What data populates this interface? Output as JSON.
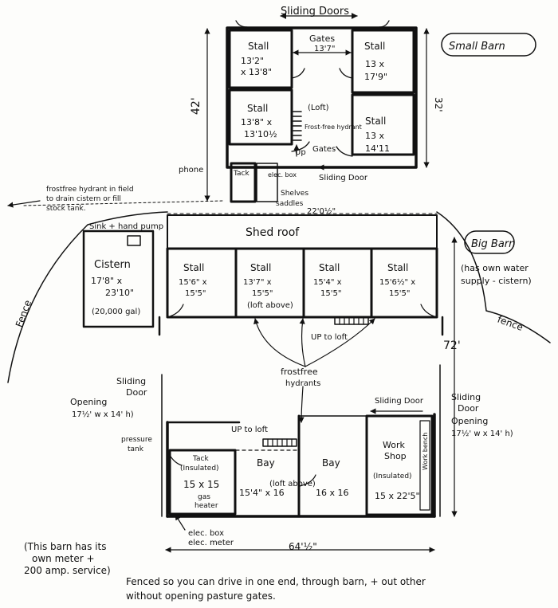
{
  "small_barn": {
    "title": "Small Barn",
    "sliding_doors_top": "Sliding Doors",
    "gates_top": "Gates",
    "aisle_width": "13'7\"",
    "height_label": "42'",
    "width_label": "32'",
    "stall_tl": {
      "name": "Stall",
      "dims1": "13'2\"",
      "dims2": "x 13'8\""
    },
    "stall_tr": {
      "name": "Stall",
      "dims1": "13 x",
      "dims2": "17'9\""
    },
    "stall_ml": {
      "name": "Stall",
      "dims1": "13'8\" x",
      "dims2": "13'10½"
    },
    "stall_mr": {
      "name": "Stall",
      "dims1": "13 x",
      "dims2": "14'11"
    },
    "loft": "(Loft)",
    "hydrant": "Frost-free hydrant",
    "up": "Up",
    "gates_bottom": "Gates",
    "sliding_door_bottom": "Sliding Door",
    "phone": "phone",
    "tack": "Tack",
    "elec_box": "elec. box",
    "shelves": "Shelves",
    "saddles": "saddles"
  },
  "notes": {
    "hydrant_field_1": "frostfree hydrant in field",
    "hydrant_field_2": "to drain cistern or fill",
    "hydrant_field_3": "stock tank.",
    "dim_22": "22'0½\""
  },
  "big_barn": {
    "title": "Big Barn",
    "water_note_1": "(has own water",
    "water_note_2": "supply - cistern)",
    "sink_pump": "Sink + hand pump",
    "shed_roof": "Shed roof",
    "cistern": {
      "name": "Cistern",
      "dims1": "17'8\" x",
      "dims2": "23'10\"",
      "capacity": "(20,000 gal)"
    },
    "stalls": [
      {
        "name": "Stall",
        "dims1": "15'6\" x",
        "dims2": "15'5\""
      },
      {
        "name": "Stall",
        "dims1": "13'7\" x",
        "dims2": "15'5\"",
        "extra": "(loft above)"
      },
      {
        "name": "Stall",
        "dims1": "15'4\" x",
        "dims2": "15'5\""
      },
      {
        "name": "Stall",
        "dims1": "15'6½\" x",
        "dims2": "15'5\""
      }
    ],
    "up_to_loft_top": "UP to loft",
    "frostfree_hydrants_1": "frostfree",
    "frostfree_hydrants_2": "hydrants",
    "fence_left": "Fence",
    "fence_right": "fence",
    "length_label": "72'",
    "sliding_door_left_1": "Sliding",
    "sliding_door_left_2": "Door",
    "opening_left_1": "Opening",
    "opening_left_2": "17½' w x 14' h)",
    "sliding_door_right_top": "Sliding Door",
    "sliding_door_right_1": "Sliding",
    "sliding_door_right_2": "Door",
    "opening_right_1": "Opening",
    "opening_right_2": "17½' w x 14' h)",
    "up_to_loft_bottom": "UP to loft",
    "pressure_tank_1": "pressure",
    "pressure_tank_2": "tank",
    "tack_room": {
      "name": "Tack",
      "note": "(Insulated)",
      "dims": "15 x 15",
      "heater_1": "gas",
      "heater_2": "heater"
    },
    "bay1": {
      "name": "Bay",
      "dims": "15'4\" x 16",
      "extra": "(loft above)"
    },
    "bay2": {
      "name": "Bay",
      "dims": "16 x 16"
    },
    "workshop": {
      "name1": "Work",
      "name2": "Shop",
      "note": "(Insulated)",
      "dims": "15 x 22'5\""
    },
    "work_bench": "Work bench",
    "elec_box": "elec. box",
    "elec_meter": "elec. meter",
    "width_label": "64'½\""
  },
  "footer": {
    "meter_1": "(This barn has its",
    "meter_2": "own meter +",
    "meter_3": "200 amp. service)",
    "fenced_1": "Fenced so you can drive in one end, through barn, + out other",
    "fenced_2": "without opening pasture gates."
  }
}
